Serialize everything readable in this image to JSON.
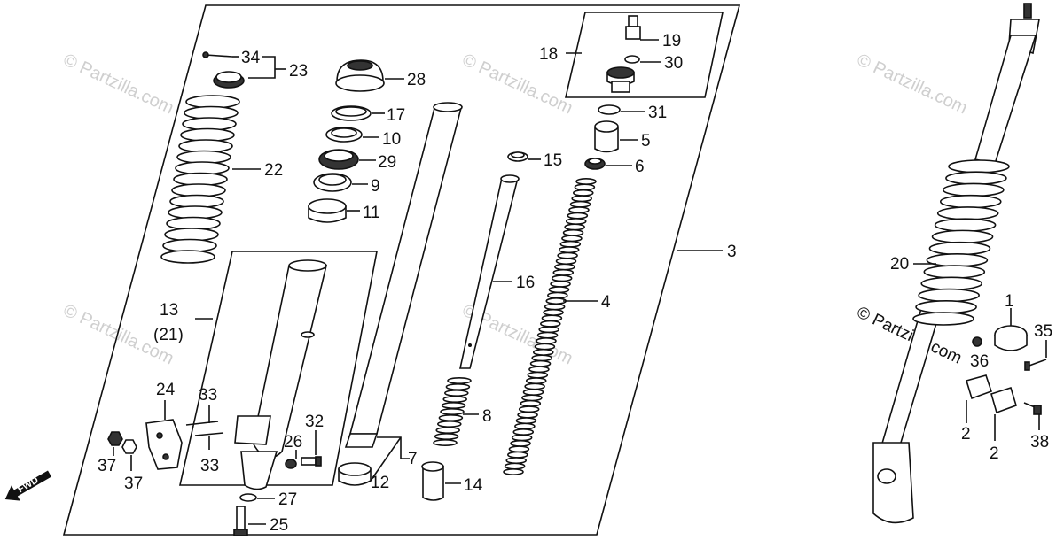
{
  "watermark": "© Partzilla.com",
  "forward_label": "FWD",
  "colors": {
    "line": "#111111",
    "watermark": "#cfcfcf",
    "background": "#ffffff"
  },
  "callouts": {
    "c34": "34",
    "c23": "23",
    "c28": "28",
    "c22": "22",
    "c17": "17",
    "c10": "10",
    "c29": "29",
    "c9": "9",
    "c11": "11",
    "c18": "18",
    "c19": "19",
    "c30": "30",
    "c31": "31",
    "c5": "5",
    "c15": "15",
    "c6": "6",
    "c3": "3",
    "c16": "16",
    "c4": "4",
    "c13": "13",
    "c21": "(21)",
    "c24": "24",
    "c33a": "33",
    "c33b": "33",
    "c32": "32",
    "c26": "26",
    "c37a": "37",
    "c37b": "37",
    "c27": "27",
    "c25": "25",
    "c12": "12",
    "c7": "7",
    "c8": "8",
    "c14": "14",
    "c20": "20",
    "c1": "1",
    "c35": "35",
    "c36": "36",
    "c2a": "2",
    "c2b": "2",
    "c38": "38"
  }
}
